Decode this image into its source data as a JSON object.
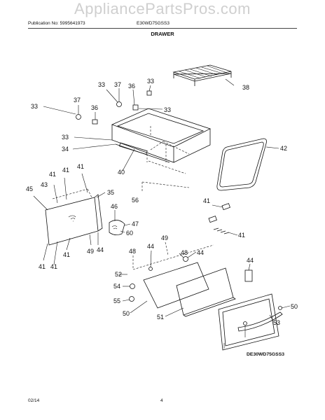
{
  "header": {
    "watermark": "AppliancePartsPros.com",
    "publication": "Publication No: 5995641973",
    "model": "E30WD75GSS3",
    "section_title": "DRAWER"
  },
  "footer": {
    "date": "02/14",
    "page": "4",
    "diagram_code": "DE30WD75GSS3"
  },
  "callouts": [
    "33",
    "37",
    "36",
    "33",
    "37",
    "36",
    "33",
    "38",
    "33",
    "33",
    "34",
    "40",
    "42",
    "41",
    "41",
    "41",
    "43",
    "35",
    "56",
    "41",
    "45",
    "46",
    "47",
    "60",
    "41",
    "41",
    "41",
    "41",
    "49",
    "44",
    "48",
    "44",
    "49",
    "48",
    "44",
    "52",
    "44",
    "54",
    "55",
    "50",
    "51",
    "50",
    "53"
  ]
}
